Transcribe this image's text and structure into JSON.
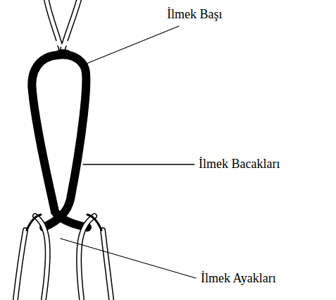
{
  "diagram": {
    "labels": [
      "İlmek Başı",
      "İlmek Bacakları",
      "İlmek Ayakları"
    ]
  }
}
